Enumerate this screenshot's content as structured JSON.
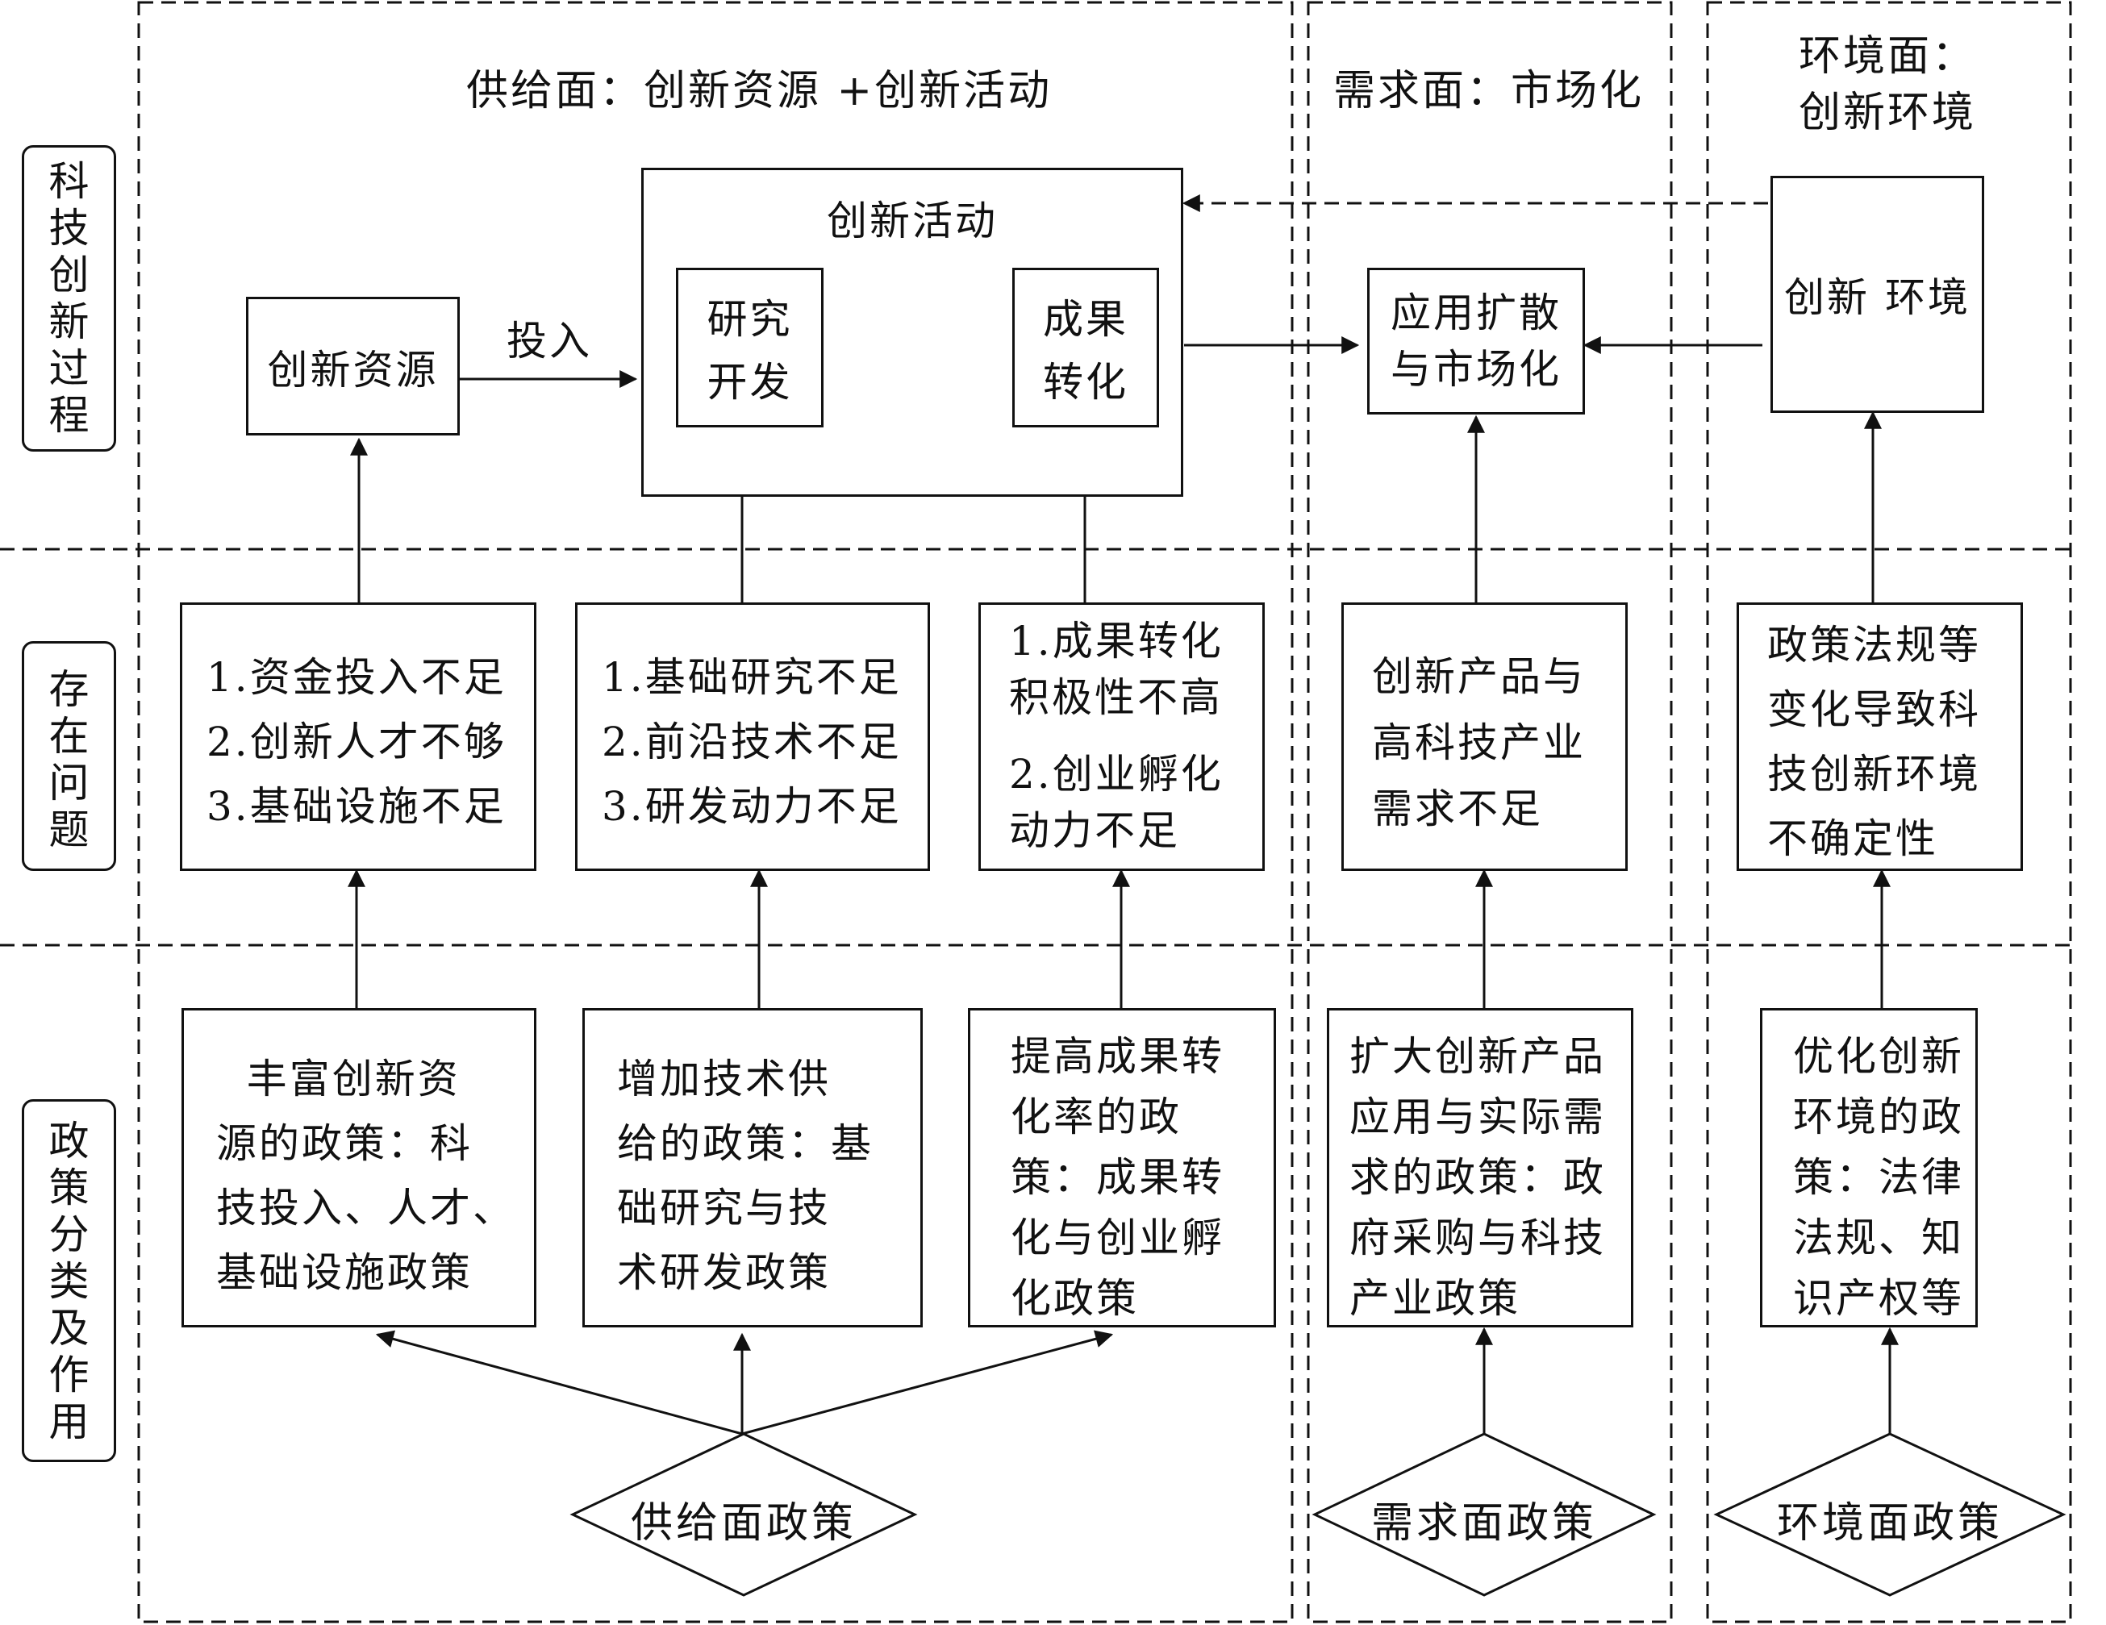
{
  "headers": {
    "supply": "供给面：创新资源 +创新活动",
    "demand": "需求面：市场化",
    "environment": "环境面：\n创新环境"
  },
  "side_labels": {
    "process": "科\n技\n创\n新\n过\n程",
    "problems": "存\n在\n问\n题",
    "policy": "政\n策\n分\n类\n及\n作\n用"
  },
  "process": {
    "resources": "创新资源",
    "input_label": "投入",
    "activity_title": "创新活动",
    "rnd": "研究\n开发",
    "transfer": "成果\n转化",
    "application": "应用扩散\n与市场化",
    "environment": "创新 环境"
  },
  "problems": {
    "resources": "1.资金投入不足\n2.创新人才不够\n3.基础设施不足",
    "rnd": "1.基础研究不足\n2.前沿技术不足\n3.研发动力不足",
    "transfer_1": "1.成果转化\n积极性不高",
    "transfer_2": "2.创业孵化\n动力不足",
    "demand": "创新产品与\n高科技产业\n需求不足",
    "environment": "政策法规等\n变化导致科\n技创新环境\n不确定性"
  },
  "policies": {
    "resources": "  丰富创新资\n源的政策：科\n技投入、人才、\n基础设施政策",
    "rnd": "增加技术供\n给的政策：基\n础研究与技\n术研发政策",
    "transfer": "提高成果转\n化率的政\n策：成果转\n化与创业孵\n化政策",
    "demand": "扩大创新产品\n应用与实际需\n求的政策：政\n府采购与科技\n产业政策",
    "environment": "优化创新\n环境的政\n策：法律\n法规、知\n识产权等"
  },
  "diamonds": {
    "supply": "供给面政策",
    "demand": "需求面政策",
    "environment": "环境面政策"
  }
}
